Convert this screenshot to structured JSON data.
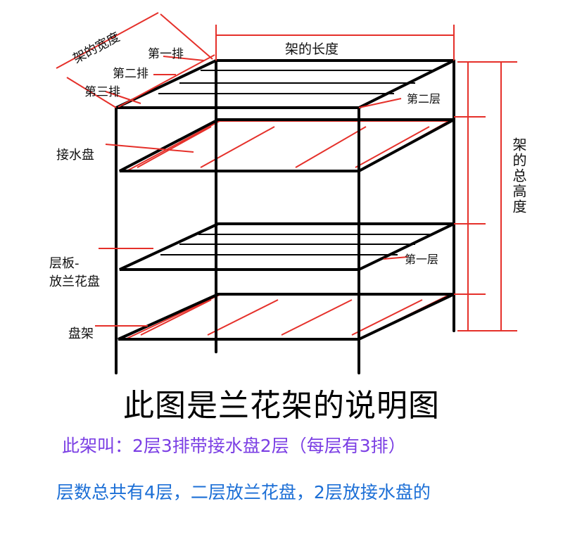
{
  "labels": {
    "shelf_width": "架的宽度",
    "row1": "第一排",
    "row2": "第二排",
    "row3": "第三排",
    "shelf_length": "架的长度",
    "tier2": "第二层",
    "drip_tray": "接水盘",
    "total_height": "架的总高度",
    "board": "层板-",
    "board_sub": "放兰花盘",
    "tier1": "第一层",
    "tray_rack": "盘架"
  },
  "title": "此图是兰花架的说明图",
  "subtitle1": "此架叫：2层3排带接水盘2层（每层有3排）",
  "subtitle2": "层数总共有4层，二层放兰花盘，2层放接水盘的",
  "colors": {
    "frame": "#000000",
    "annotation": "#e5302a",
    "subtitle1": "#7b3fe4",
    "subtitle2": "#1c6fd6"
  }
}
